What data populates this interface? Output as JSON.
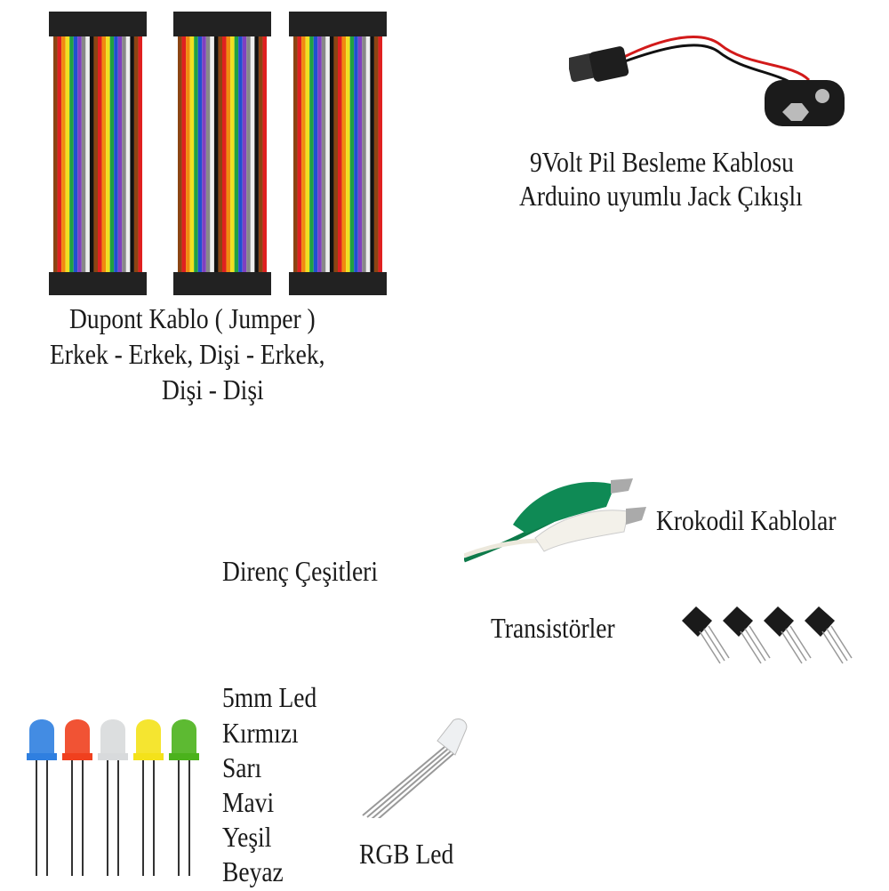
{
  "dupont": {
    "line1": "Dupont Kablo ( Jumper )",
    "line2": "Erkek - Erkek, Dişi - Erkek,",
    "line3": "Dişi - Dişi"
  },
  "battery": {
    "line1": "9Volt Pil Besleme Kablosu",
    "line2": "Arduino uyumlu Jack Çıkışlı"
  },
  "krokodil": {
    "label": "Krokodil Kablolar"
  },
  "direnc": {
    "label": "Direnç Çeşitleri"
  },
  "transistor": {
    "label": "Transistörler"
  },
  "led": {
    "title": "5mm Led",
    "colors": [
      "Kırmızı",
      "Sarı",
      "Mavi",
      "Yeşil",
      "Beyaz"
    ],
    "led_colors": [
      "#2f7fe0",
      "#f0401e",
      "#d8dadc",
      "#f4e21a",
      "#4bb21c"
    ]
  },
  "rgb": {
    "label": "RGB Led"
  }
}
